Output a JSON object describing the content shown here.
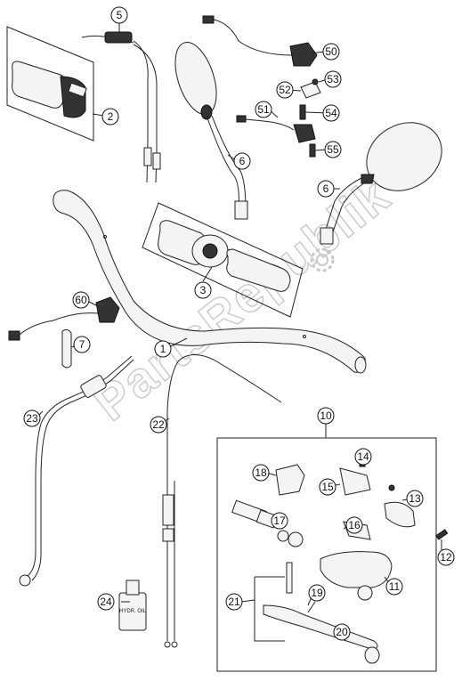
{
  "watermark": "PartsRepublik",
  "callouts": {
    "c1": "1",
    "c2": "2",
    "c3": "3",
    "c5": "5",
    "c6a": "6",
    "c6b": "6",
    "c7": "7",
    "c10": "10",
    "c11": "11",
    "c12": "12",
    "c13": "13",
    "c14": "14",
    "c15": "15",
    "c16": "16",
    "c17": "17",
    "c18": "18",
    "c19": "19",
    "c20": "20",
    "c21": "21",
    "c22": "22",
    "c23": "23",
    "c24": "24",
    "c50": "50",
    "c51": "51",
    "c52": "52",
    "c53": "53",
    "c54": "54",
    "c55": "55",
    "c60": "60"
  },
  "oil_bottle_label": "HYDR. OIL"
}
